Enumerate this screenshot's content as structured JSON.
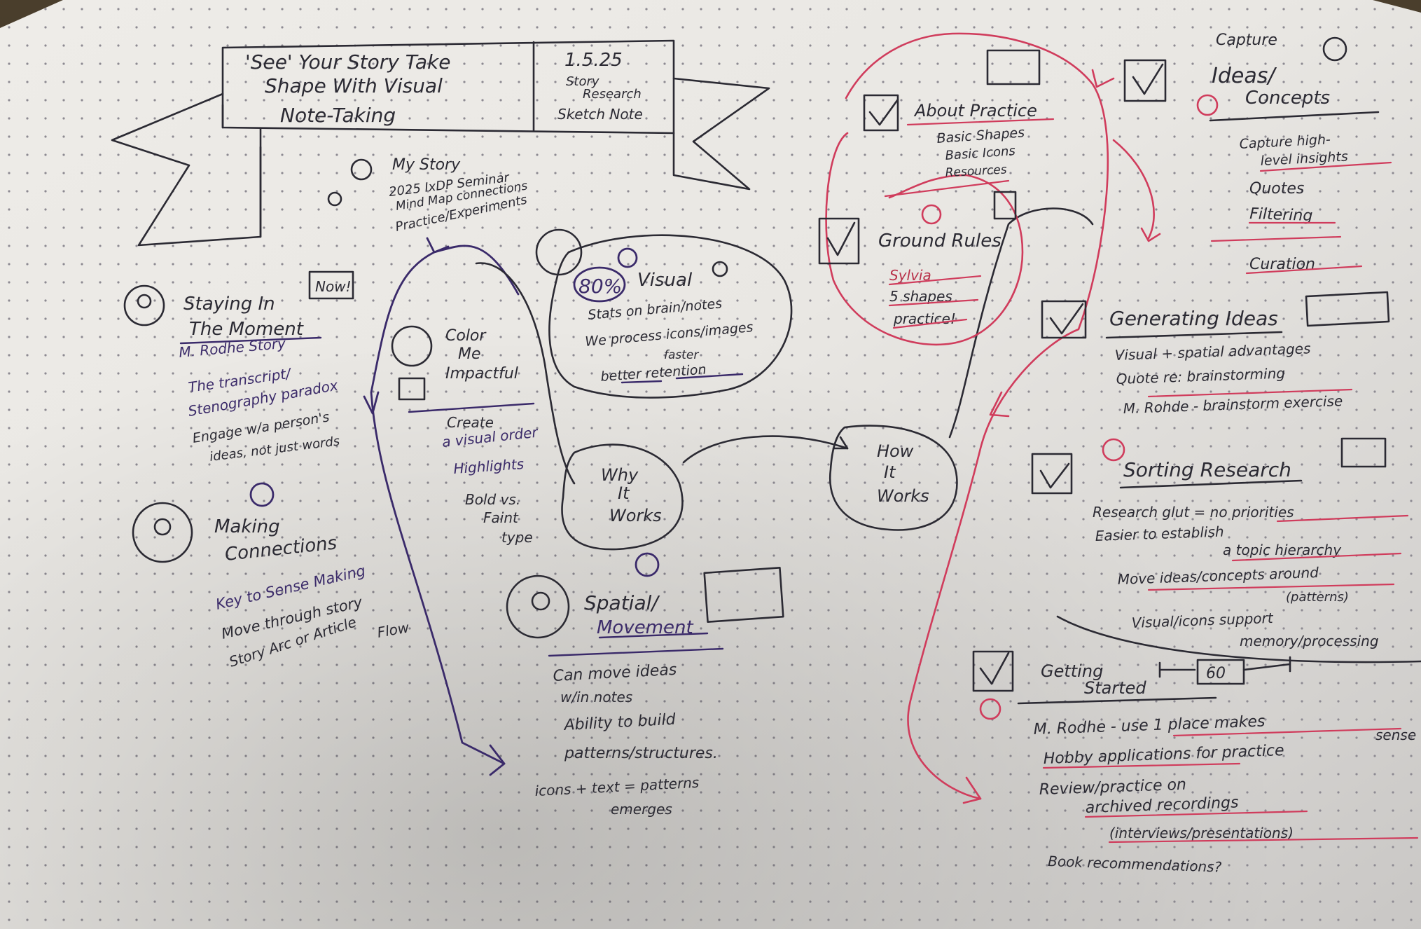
{
  "banner": {
    "title_line1": "'See' Your Story Take",
    "title_line2": "Shape With Visual",
    "title_line3": "Note-Taking",
    "date": "1.5.25",
    "sub1": "Story",
    "sub2": "Research",
    "sub3": "Sketch Note"
  },
  "my_story": {
    "title": "My Story",
    "items": [
      "2025 IxDP Seminar",
      "Mind Map connections",
      "Practice/Experiments"
    ]
  },
  "staying": {
    "title1": "Staying In",
    "title2": "The Moment",
    "badge": "Now!",
    "items": [
      "M. Rodhe Story",
      "The transcript/",
      "Stenography paradox",
      "Engage w/a person's",
      "ideas, not just words"
    ]
  },
  "making": {
    "title1": "Making",
    "title2": "Connections",
    "items": [
      "Key to Sense Making",
      "Move through story",
      "Story Arc or Article",
      "Flow"
    ]
  },
  "color": {
    "title1": "Color",
    "title2": "Me",
    "title3": "Impactful",
    "items": [
      "Create",
      "a visual order",
      "Highlights",
      "Bold vs.",
      "Faint",
      "type"
    ]
  },
  "visual": {
    "badge": "80%",
    "title": "Visual",
    "items": [
      "Stats on brain/notes",
      "We process icons/images",
      "faster",
      "better retention"
    ]
  },
  "why": {
    "l1": "Why",
    "l2": "It",
    "l3": "Works"
  },
  "how": {
    "l1": "How",
    "l2": "It",
    "l3": "Works"
  },
  "spatial": {
    "title1": "Spatial/",
    "title2": "Movement",
    "items": [
      "Can move ideas",
      "w/in notes",
      "Ability to build",
      "patterns/structures.",
      "icons + text = patterns",
      "emerges"
    ]
  },
  "about": {
    "title": "About Practice",
    "items": [
      "Basic Shapes",
      "Basic Icons",
      "Resources"
    ]
  },
  "ground": {
    "title": "Ground Rules",
    "items": [
      "Sylvia",
      "5 shapes",
      "practice!"
    ]
  },
  "capture": {
    "title1": "Capture",
    "title2": "Ideas/",
    "title3": "Concepts",
    "items": [
      "Capture high-",
      "level insights",
      "Quotes",
      "Filtering",
      "Curation"
    ]
  },
  "generating": {
    "title": "Generating Ideas",
    "items": [
      "Visual + spatial advantages",
      "Quote re: brainstorming",
      "M. Rohde - brainstorm exercise"
    ]
  },
  "sorting": {
    "title": "Sorting Research",
    "items": [
      "Research glut = no priorities",
      "Easier to establish",
      "a topic hierarchy",
      "Move ideas/concepts around",
      "(patterns)",
      "Visual/icons support",
      "memory/processing"
    ]
  },
  "getting": {
    "title1": "Getting",
    "title2": "Started",
    "badge": "60",
    "items": [
      "M. Rodhe - use 1 place makes",
      "sense",
      "Hobby applications for practice",
      "Review/practice on",
      "archived recordings",
      "(interviews/presentations)",
      "Book recommendations?"
    ]
  }
}
